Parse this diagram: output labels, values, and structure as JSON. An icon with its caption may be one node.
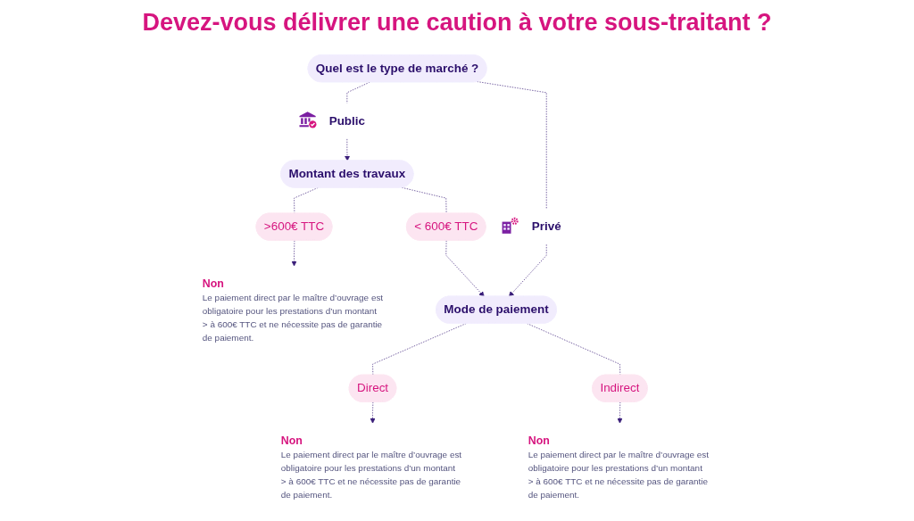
{
  "diagram": {
    "title": "Devez-vous délivrer une caution à votre sous-traitant ?",
    "nodes": [
      {
        "text": [
          "Public"
        ]
      },
      {
        "text": [
          "Quel est le type de marché ?"
        ]
      },
      {
        "text": [
          "Privé"
        ]
      },
      {
        "text": [
          "Montant des travaux"
        ]
      },
      {
        "text": [
          "< 600€ TTC"
        ]
      },
      {
        "text": [
          "Mode de paiement"
        ]
      },
      {
        "text": [
          ">600€ TTC"
        ]
      },
      {
        "text": [
          "Direct"
        ]
      },
      {
        "text": [
          "Indirect"
        ]
      },
      {
        "text": [
          "Non",
          "Le paiement direct par le maître d’ouvrage est obligatoire pour les prestations d’un montant > à 600€ TTC et ne nécessite pas de garantie de paiement."
        ]
      },
      {
        "text": [
          "Non",
          "Le paiement direct par le maître d’ouvrage est obligatoire pour les prestations d’un montant > à 600€ TTC et ne nécessite pas de garantie de paiement."
        ]
      },
      {
        "text": [
          "Non",
          "Le paiement direct par le maître d’ouvrage est obligatoire pour les prestations d’un montant > à 600€ TTC et ne nécessite pas de garantie de paiement."
        ]
      }
    ],
    "edges": [
      {
        "from": 1,
        "to": 0,
        "arrow": "none",
        "style": "dashed"
      },
      {
        "from": 1,
        "to": 2,
        "arrow": "none",
        "style": "dashed"
      },
      {
        "from": 0,
        "to": 3,
        "arrow": "to",
        "style": "dashed"
      },
      {
        "from": 2,
        "to": 5,
        "arrow": "to",
        "style": "dashed"
      },
      {
        "from": 3,
        "to": 4,
        "arrow": "none",
        "style": "dashed"
      },
      {
        "from": 4,
        "to": 5,
        "arrow": "to",
        "style": "dashed"
      },
      {
        "from": 3,
        "to": 6,
        "arrow": "none",
        "style": "dashed"
      },
      {
        "from": 6,
        "to": 9,
        "arrow": "to",
        "style": "dashed"
      },
      {
        "from": 5,
        "to": 7,
        "arrow": "none",
        "style": "dashed"
      },
      {
        "from": 5,
        "to": 8,
        "arrow": "none",
        "style": "dashed"
      },
      {
        "from": 7,
        "to": 10,
        "arrow": "to",
        "style": "dashed"
      },
      {
        "from": 8,
        "to": 11,
        "arrow": "to",
        "style": "dashed"
      }
    ]
  }
}
